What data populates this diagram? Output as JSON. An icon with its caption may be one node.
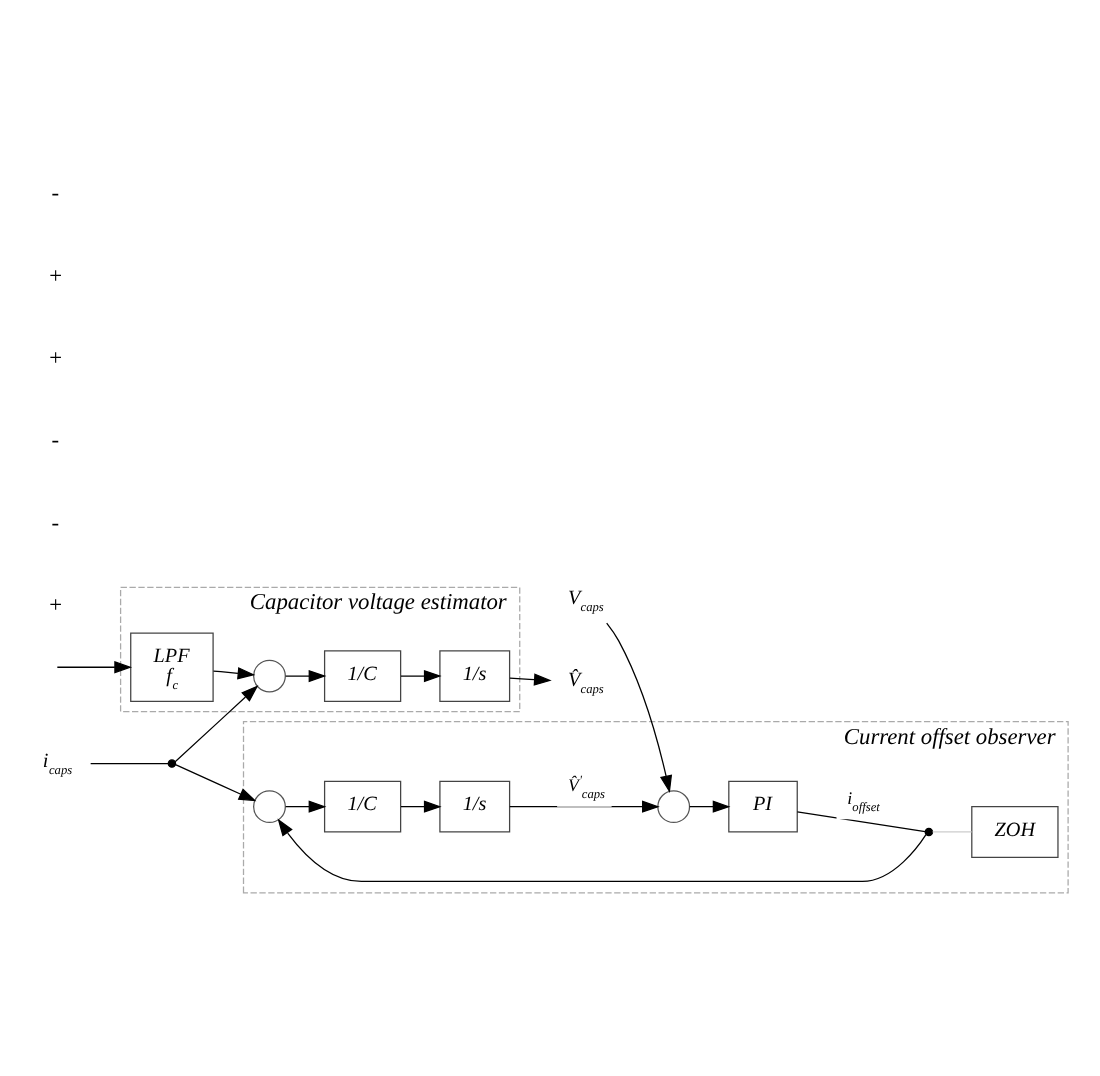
{
  "diagram": {
    "nodes": [
      {
        "text": [
          "Current offset observer"
        ]
      },
      {
        "text": [],
        "shape": "circle",
        "in": 0
      },
      {
        "text": [
          "1/C"
        ],
        "in": 0
      },
      {
        "text": [
          "1/s"
        ],
        "in": 0
      },
      {
        "text": [],
        "shape": "circle",
        "in": 0
      },
      {
        "text": [
          "PI"
        ],
        "in": 0
      },
      {
        "text": [],
        "shape": "dot",
        "in": 0
      },
      {
        "text": [
          "ZOH"
        ],
        "in": 0
      },
      {
        "text": [
          "Capacitor voltage estimator"
        ]
      },
      {
        "text": [
          "LPF",
          "f$_{c}$"
        ],
        "in": 8
      },
      {
        "text": [],
        "shape": "circle",
        "in": 8
      },
      {
        "text": [
          "1/C"
        ],
        "in": 8
      },
      {
        "text": [
          "1/s"
        ],
        "in": 8
      },
      {
        "text": [
          "i$_{caps}$"
        ]
      },
      {
        "text": [],
        "shape": "dot"
      },
      {
        "text": [
          "V$_{caps}$"
        ]
      },
      {
        "text": [
          "V̂$_{caps}$"
        ]
      }
    ],
    "edges": [
      {
        "from": 13,
        "to": 14,
        "arrow": "none"
      },
      {
        "from": 14,
        "to": 1,
        "arrow": "to"
      },
      {
        "from": 1,
        "to": 2,
        "arrow": "to"
      },
      {
        "from": 2,
        "to": 3,
        "arrow": "to"
      },
      {
        "from": 3,
        "to": 4,
        "arrow": "to",
        "label": "V̂$^{'}$$_{caps}$"
      },
      {
        "from": 15,
        "to": 4,
        "arrow": "to"
      },
      {
        "from": 4,
        "to": 5,
        "arrow": "to"
      },
      {
        "from": 5,
        "to": 6,
        "arrow": "none",
        "label": "i$_{offset}$"
      },
      {
        "from": 6,
        "to": 1,
        "arrow": "to"
      },
      {
        "from": 6,
        "to": 7,
        "arrow": "none",
        "color": "#cccccc"
      },
      {
        "from": 14,
        "to": 10,
        "arrow": "to"
      },
      {
        "from": null,
        "to": 9,
        "arrow": "to"
      },
      {
        "from": 9,
        "to": 10,
        "arrow": "to"
      },
      {
        "from": 10,
        "to": 11,
        "arrow": "to"
      },
      {
        "from": 11,
        "to": 12,
        "arrow": "to"
      },
      {
        "from": 12,
        "to": 16,
        "arrow": "to"
      }
    ],
    "labels": [
      "+",
      "-",
      "-",
      "+",
      "+",
      "-"
    ]
  }
}
